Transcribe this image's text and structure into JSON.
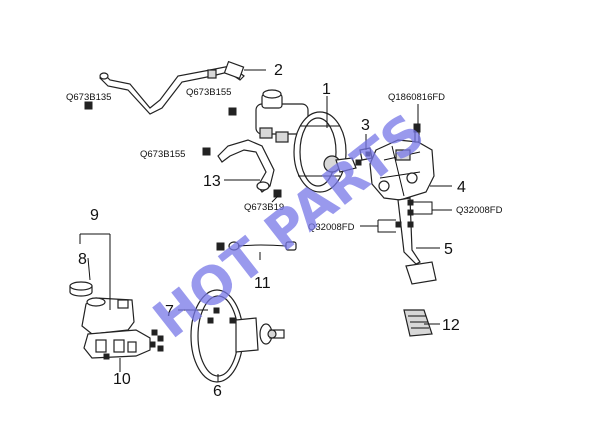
{
  "watermark": "HOT PARTS",
  "callouts": {
    "c1": "1",
    "c2": "2",
    "c3": "3",
    "c4": "4",
    "c5": "5",
    "c6": "6",
    "c7": "7",
    "c8": "8",
    "c9": "9",
    "c10": "10",
    "c11": "11",
    "c12": "12",
    "c13": "13"
  },
  "part_codes": {
    "q673b135": "Q673B135",
    "q673b155_top": "Q673B155",
    "q673b155_left": "Q673B155",
    "q673b19": "Q673B19",
    "q1860816fd": "Q1860816FD",
    "q32008fd_right": "Q32008FD",
    "q32008fd_left": "Q32008FD"
  },
  "colors": {
    "line": "#111111",
    "watermark": "#7878e8",
    "background": "#ffffff"
  }
}
